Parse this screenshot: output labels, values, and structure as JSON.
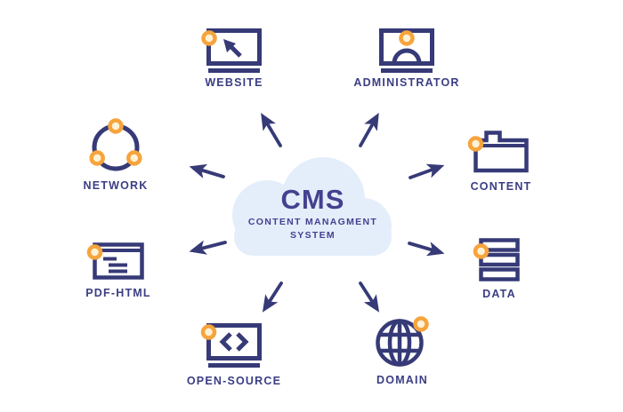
{
  "diagram": {
    "center": {
      "title": "CMS",
      "subtitle_line1": "CONTENT MANAGMENT",
      "subtitle_line2": "SYSTEM"
    },
    "nodes": [
      {
        "id": "website",
        "label": "WEBSITE",
        "icon": "website-monitor-cursor-icon"
      },
      {
        "id": "administrator",
        "label": "ADMINISTRATOR",
        "icon": "administrator-monitor-user-icon"
      },
      {
        "id": "network",
        "label": "NETWORK",
        "icon": "network-ring-nodes-icon"
      },
      {
        "id": "content",
        "label": "CONTENT",
        "icon": "folder-icon"
      },
      {
        "id": "pdf-html",
        "label": "PDF-HTML",
        "icon": "document-lines-icon"
      },
      {
        "id": "data",
        "label": "DATA",
        "icon": "server-stack-icon"
      },
      {
        "id": "open-source",
        "label": "OPEN-SOURCE",
        "icon": "code-brackets-monitor-icon"
      },
      {
        "id": "domain",
        "label": "DOMAIN",
        "icon": "globe-icon"
      }
    ],
    "connections": [
      {
        "from": "cms",
        "to": "website"
      },
      {
        "from": "cms",
        "to": "administrator"
      },
      {
        "from": "cms",
        "to": "network"
      },
      {
        "from": "cms",
        "to": "content"
      },
      {
        "from": "cms",
        "to": "pdf-html"
      },
      {
        "from": "cms",
        "to": "data"
      },
      {
        "from": "cms",
        "to": "open-source"
      },
      {
        "from": "cms",
        "to": "domain"
      }
    ],
    "colors": {
      "navy": "#363a77",
      "label_indigo": "#3b3e84",
      "title_indigo": "#44418f",
      "orange": "#f6a43c",
      "orange_center": "#fdf2d7",
      "cloud_blue": "#e4eefb",
      "background": "#ffffff"
    }
  }
}
